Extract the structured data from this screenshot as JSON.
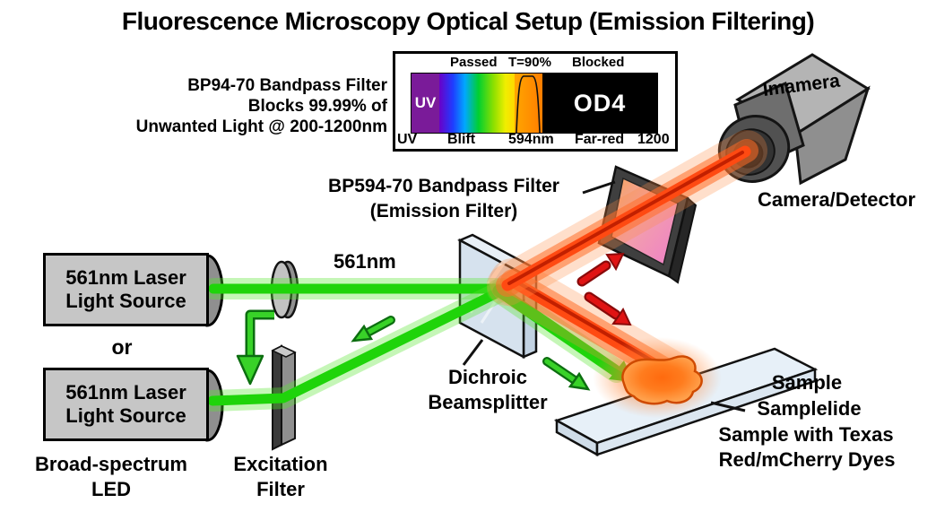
{
  "title": "Fluorescence Microscopy Optical Setup (Emission Filtering)",
  "filter_note": {
    "line1": "BP94-70 Bandpass Filter",
    "line2": "Blocks 99.99% of",
    "line3": "Unwanted Light @ 200-1200nm"
  },
  "spectrum_legend": {
    "passed": "Passed",
    "transmission": "T=90%",
    "blocked": "Blocked",
    "uv_block": "UV",
    "od_block": "OD4",
    "axis": {
      "uv": "UV",
      "blue": "Blift",
      "peak": "594nm",
      "far_red": "Far-red",
      "max_nm": "1200"
    }
  },
  "emission_filter_label": {
    "line1": "BP594-70 Bandpass Filter",
    "line2": "(Emission Filter)"
  },
  "camera": {
    "body_text": "Imamera",
    "caption": "Camera/Detector"
  },
  "laser_top": {
    "line1": "561nm Laser",
    "line2": "Light Source"
  },
  "or_text": "or",
  "laser_bottom": {
    "line1": "561nm Laser",
    "line2": "Light Source",
    "caption_line1": "Broad-spectrum",
    "caption_line2": "LED"
  },
  "excitation_filter_label": {
    "line1": "Excitation",
    "line2": "Filter"
  },
  "beam_wavelength": "561nm",
  "dichroic_label": {
    "line1": "Dichroic",
    "line2": "Beamsplitter"
  },
  "sample_labels": {
    "line1": "Sample",
    "line2": "Samplelide",
    "line3": "Sample with Texas",
    "line4": "Red/mCherry Dyes"
  },
  "colors": {
    "laser_green": "#1fd40a",
    "emission_red": "#ff4a12",
    "orange_glow": "#ff7a33",
    "uv_purple": "#7a1b99",
    "od_black": "#000000",
    "dichroic_blue": "#d6e2ee",
    "slide_blue": "#e7f0f8",
    "emission_filter_orange": "#f5a45c",
    "emission_filter_pink": "#ef7fc9",
    "device_gray": "#c6c6c6"
  }
}
